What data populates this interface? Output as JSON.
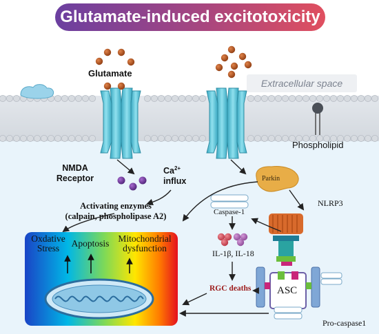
{
  "title": "Glutamate-induced excitotoxicity",
  "labels": {
    "glutamate": "Glutamate",
    "extracellular_space": "Extracellular space",
    "phospholipid": "Phospholipid",
    "nmda_receptor_line1": "NMDA",
    "nmda_receptor_line2": "Receptor",
    "ca_symbol": "Ca",
    "ca_charge": "2+",
    "ca_influx": "influx",
    "activating_enzymes_line1": "Activating enzymes",
    "activating_enzymes_line2": "(calpain, phospholipase A2)",
    "parkin": "Parkin",
    "nlrp3": "NLRP3",
    "caspase1": "Caspase-1",
    "il_cytokines": "IL-1β, IL-18",
    "rgc_deaths": "RGC deaths",
    "asc": "ASC",
    "pro_caspase1": "Pro-caspase1"
  },
  "mito_box": {
    "oxidative_stress_line1": "Oxdative",
    "oxidative_stress_line2": "Stress",
    "apoptosis": "Apoptosis",
    "mito_dysfunction_line1": "Mitochondrial",
    "mito_dysfunction_line2": "dysfunction"
  },
  "colors": {
    "title_gradient": [
      "#6b3fa0",
      "#e04f5f"
    ],
    "glutamate_dot": "#b8571f",
    "calcium_dot": "#7b3fa0",
    "channel": "#5cc5d8",
    "parkin": "#e9b04a",
    "rgc_deaths": "#9c1a1a",
    "membrane_head": "#cfd4da",
    "intracellular": "#e8f3fb"
  }
}
